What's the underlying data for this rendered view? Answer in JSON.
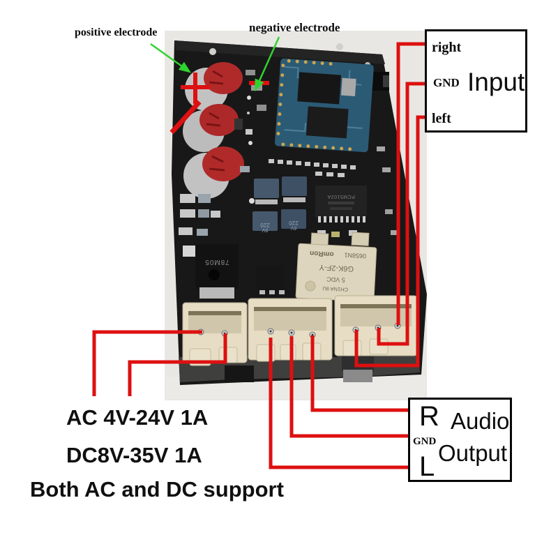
{
  "labels": {
    "positive": "positive electrode",
    "negative": "negative electrode"
  },
  "input_panel": {
    "title": "Input",
    "pin_right": "right",
    "pin_gnd": "GND",
    "pin_left": "left"
  },
  "output_panel": {
    "title_top": "Audio",
    "title_bottom": "Output",
    "pin_r": "R",
    "pin_gnd": "GND",
    "pin_l": "L"
  },
  "power_notes": {
    "line1": "AC 4V-24V  1A",
    "line2": "DC8V-35V  1A",
    "line3": "Both AC and DC support"
  },
  "board_text": {
    "relay_brand": "omRon",
    "relay_code": "0658N1",
    "relay_model": "G6K-2F-Y",
    "relay_rating": "5  VDC",
    "relay_origin": "CH1NA 9U",
    "regulator": "78M05",
    "dac_ic": "PCM5102A",
    "cap_value": "220",
    "cap_voltage": "6V"
  },
  "symbols": {
    "positive_mark": "+",
    "negative_mark": "-"
  },
  "colors": {
    "wire_red": "#dd1010",
    "arrow_green": "#2fd32f",
    "board_dark": "#181818",
    "connector_cream": "#e6ddc4",
    "relay_beige": "#ddd5bd",
    "bt_module_blue": "#2b5a74",
    "capacitor_red": "#b12a2a",
    "photo_background": "#e9e7e3"
  }
}
